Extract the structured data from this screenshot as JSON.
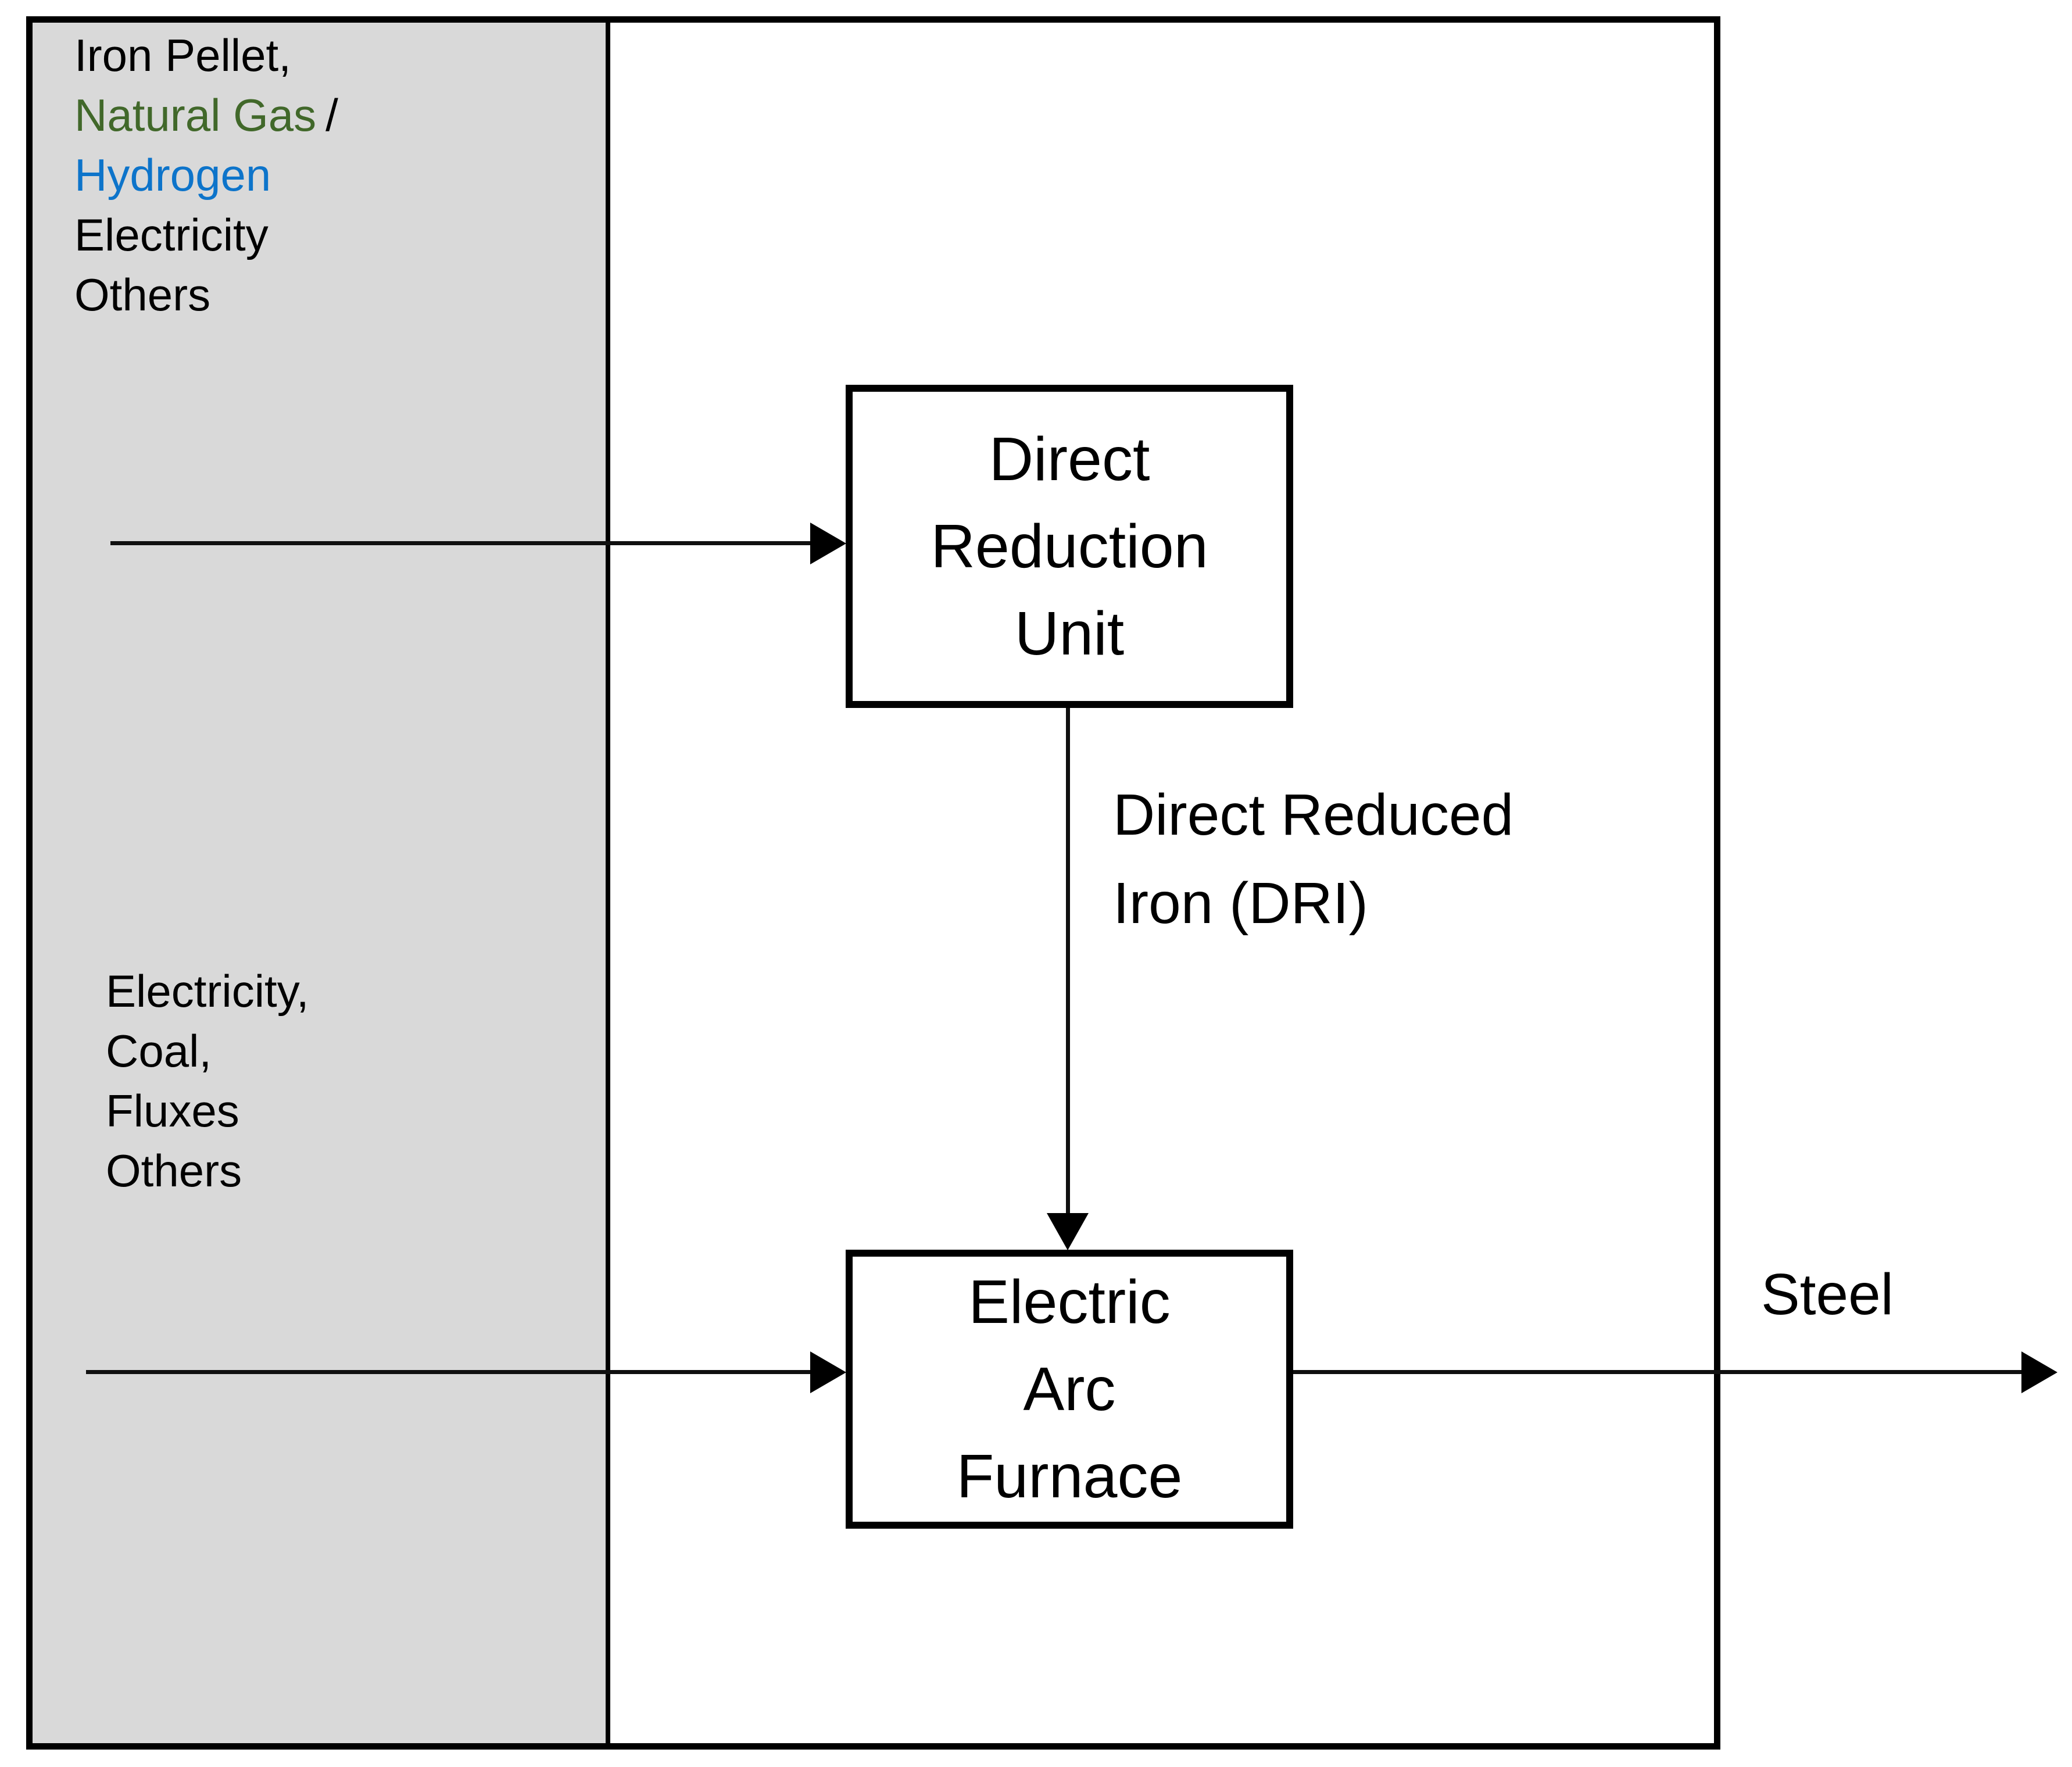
{
  "colors": {
    "panel_background": "#d9d9d9",
    "natural_gas_green": "#41682a",
    "hydrogen_blue": "#0d74ca",
    "line_black": "#000000"
  },
  "inputs_panel": {
    "dru_inputs": {
      "iron_pellet": "Iron Pellet,",
      "natural_gas": "Natural Gas",
      "slash": "/",
      "hydrogen": "Hydrogen",
      "electricity": "Electricity",
      "others": "Others"
    },
    "eaf_inputs": {
      "electricity": "Electricity,",
      "coal": "Coal,",
      "fluxes": "Fluxes",
      "others": "Others"
    }
  },
  "process_units": {
    "dru": {
      "line1": "Direct",
      "line2": "Reduction",
      "line3": "Unit"
    },
    "eaf": {
      "line1": "Electric",
      "line2": "Arc",
      "line3": "Furnace"
    }
  },
  "flows": {
    "dri": {
      "line1": "Direct Reduced",
      "line2": "Iron (DRI)"
    },
    "steel": "Steel"
  }
}
